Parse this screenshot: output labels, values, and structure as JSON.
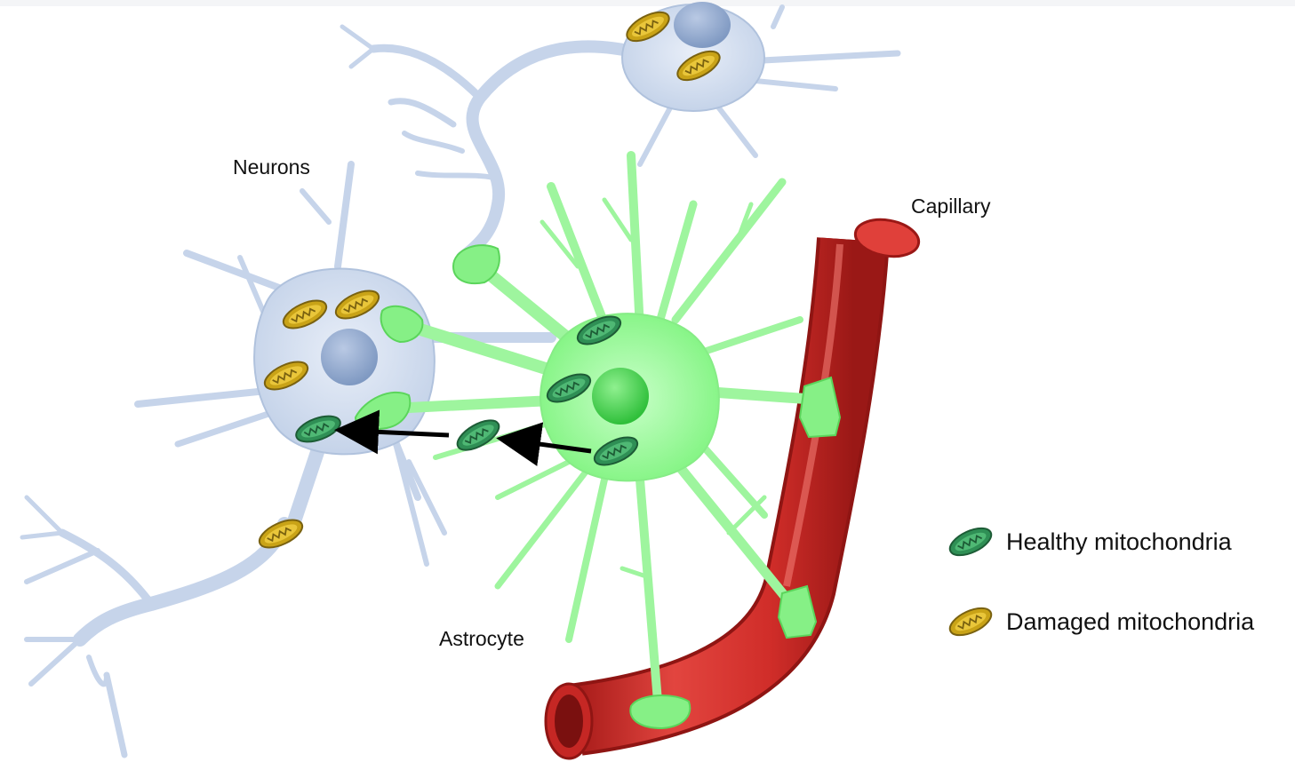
{
  "labels": {
    "neurons": "Neurons",
    "capillary": "Capillary",
    "astrocyte": "Astrocyte"
  },
  "legend": {
    "healthy": "Healthy mitochondria",
    "damaged": "Damaged mitochondria"
  },
  "colors": {
    "neuron_body": "#c9d6ea",
    "neuron_outline": "#a6b8d3",
    "neuron_nucleus": "#8aa2c8",
    "astrocyte_body": "#7ef57e",
    "astrocyte_outline": "#5bdc5b",
    "astrocyte_nucleus": "#3fcf3f",
    "capillary": "#d9322e",
    "capillary_dark": "#a81c1a",
    "healthy_mitochondria": "#2f8f55",
    "damaged_mitochondria": "#c9a317",
    "arrow": "#000000"
  }
}
